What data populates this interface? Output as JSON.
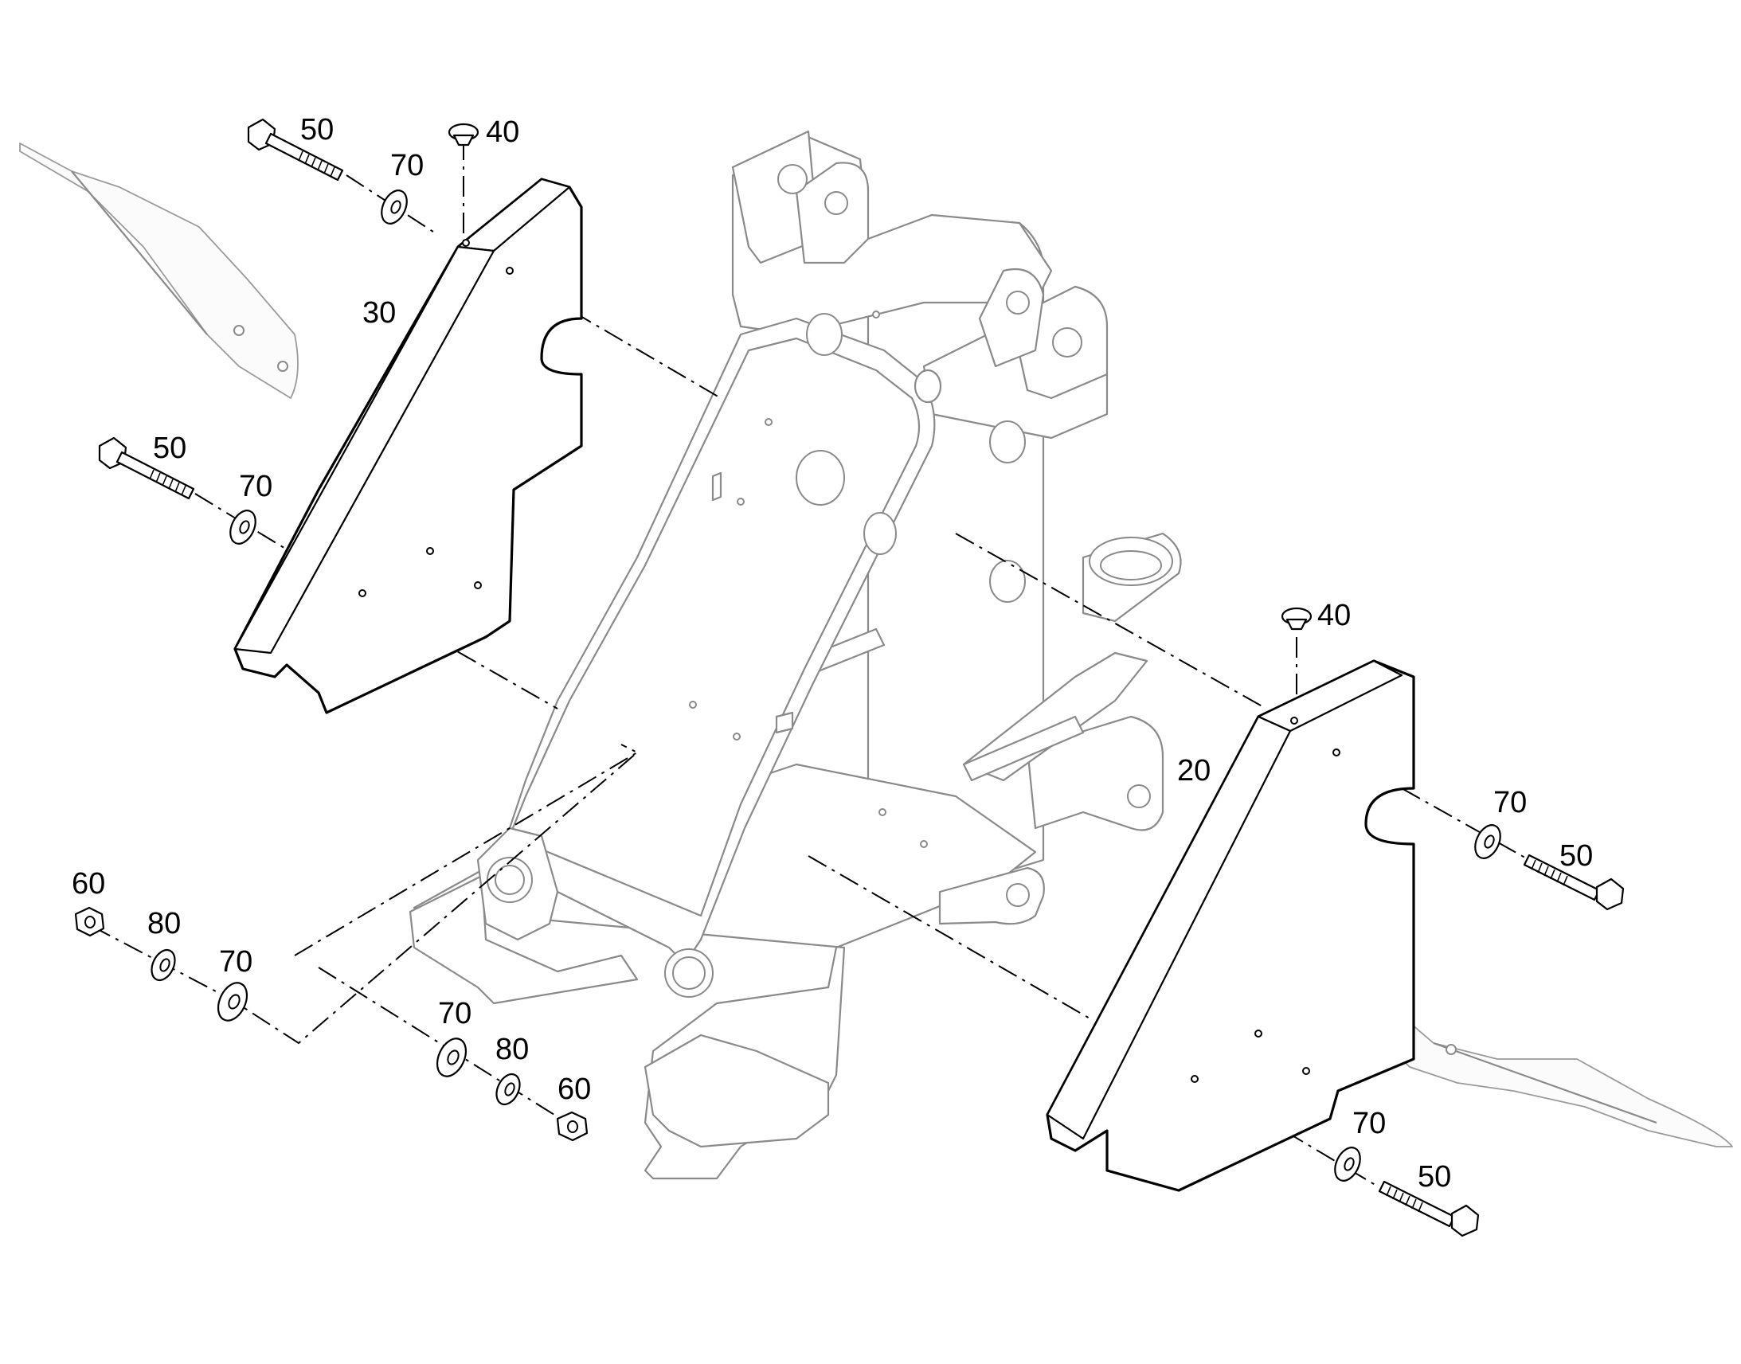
{
  "callouts": {
    "c20": "20",
    "c30": "30",
    "c40_left": "40",
    "c40_right": "40",
    "c50_top": "50",
    "c50_mid": "50",
    "c50_right_upper": "50",
    "c50_right_lower": "50",
    "c60_left": "60",
    "c60_bottom": "60",
    "c70_top": "70",
    "c70_mid": "70",
    "c70_left_row": "70",
    "c70_bottom": "70",
    "c70_right_upper": "70",
    "c70_right_lower": "70",
    "c80_left": "80",
    "c80_bottom": "80"
  },
  "colors": {
    "line": "#000000",
    "frame": "#8a8a8a",
    "background": "#ffffff"
  }
}
